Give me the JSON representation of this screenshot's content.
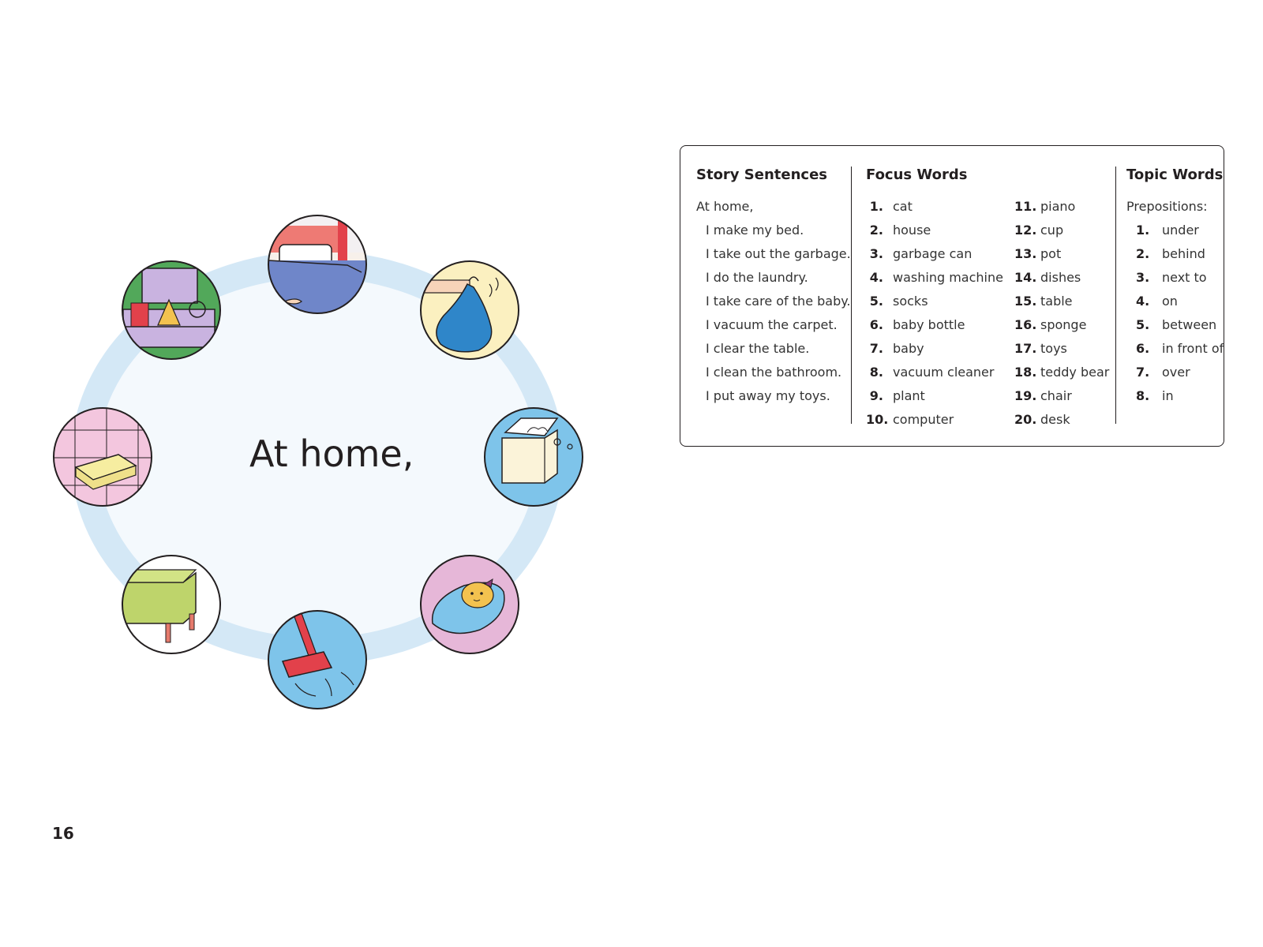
{
  "scene": {
    "title": "At home,",
    "page_number": "16",
    "pictures": [
      {
        "icon": "bed-icon",
        "depicts": "making the bed"
      },
      {
        "icon": "garbage-bag-icon",
        "depicts": "taking out the garbage"
      },
      {
        "icon": "washing-machine-icon",
        "depicts": "doing the laundry"
      },
      {
        "icon": "baby-icon",
        "depicts": "taking care of the baby"
      },
      {
        "icon": "vacuum-cleaner-icon",
        "depicts": "vacuuming the carpet"
      },
      {
        "icon": "table-icon",
        "depicts": "clearing the table"
      },
      {
        "icon": "sponge-icon",
        "depicts": "cleaning the bathroom"
      },
      {
        "icon": "toy-box-icon",
        "depicts": "putting away toys"
      }
    ],
    "colors": {
      "ring": "#d4e8f6",
      "ring_fill": "#f4f9fd",
      "blue": "#7ec4ea",
      "pink": "#e6b7d8",
      "yellow": "#fbf0c0",
      "green": "#52a85a",
      "lavender": "#c9b3e0",
      "red": "#e2414b"
    }
  },
  "word_box": {
    "story": {
      "heading": "Story Sentences",
      "lines": [
        "At home,",
        "I make my bed.",
        "I take out the garbage.",
        "I do the laundry.",
        "I take care of the baby.",
        "I vacuum the carpet.",
        "I clear the table.",
        "I clean the bathroom.",
        "I put away my toys."
      ]
    },
    "focus": {
      "heading": "Focus Words",
      "col_a": [
        {
          "n": "1.",
          "w": "cat"
        },
        {
          "n": "2.",
          "w": "house"
        },
        {
          "n": "3.",
          "w": "garbage can"
        },
        {
          "n": "4.",
          "w": "washing machine"
        },
        {
          "n": "5.",
          "w": "socks"
        },
        {
          "n": "6.",
          "w": "baby bottle"
        },
        {
          "n": "7.",
          "w": "baby"
        },
        {
          "n": "8.",
          "w": "vacuum cleaner"
        },
        {
          "n": "9.",
          "w": "plant"
        },
        {
          "n": "10.",
          "w": "computer"
        }
      ],
      "col_b": [
        {
          "n": "11.",
          "w": "piano"
        },
        {
          "n": "12.",
          "w": "cup"
        },
        {
          "n": "13.",
          "w": "pot"
        },
        {
          "n": "14.",
          "w": "dishes"
        },
        {
          "n": "15.",
          "w": "table"
        },
        {
          "n": "16.",
          "w": "sponge"
        },
        {
          "n": "17.",
          "w": "toys"
        },
        {
          "n": "18.",
          "w": "teddy bear"
        },
        {
          "n": "19.",
          "w": "chair"
        },
        {
          "n": "20.",
          "w": "desk"
        }
      ]
    },
    "topic": {
      "heading": "Topic Words",
      "subheading": "Prepositions:",
      "items": [
        {
          "n": "1.",
          "w": "under"
        },
        {
          "n": "2.",
          "w": "behind"
        },
        {
          "n": "3.",
          "w": "next to"
        },
        {
          "n": "4.",
          "w": "on"
        },
        {
          "n": "5.",
          "w": "between"
        },
        {
          "n": "6.",
          "w": "in front of"
        },
        {
          "n": "7.",
          "w": "over"
        },
        {
          "n": "8.",
          "w": "in"
        }
      ]
    }
  }
}
